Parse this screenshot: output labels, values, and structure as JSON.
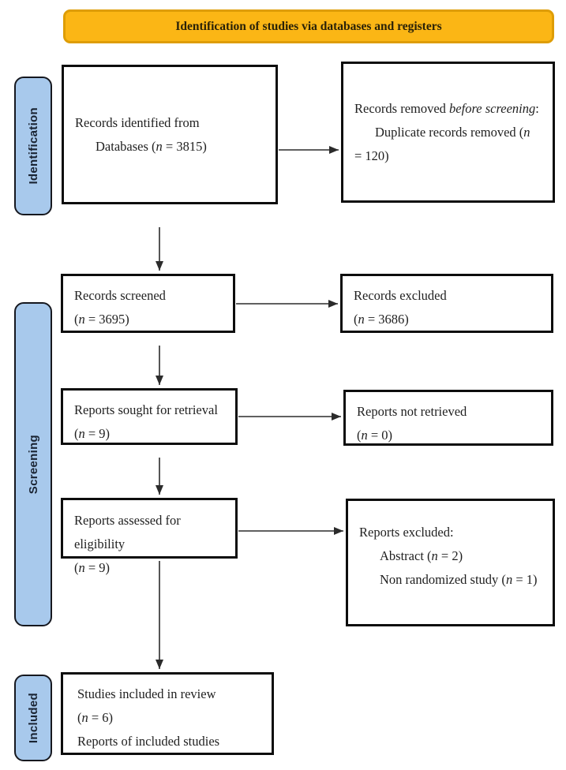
{
  "banner": {
    "label": "Identification of studies via databases and registers"
  },
  "stages": {
    "identification": "Identification",
    "screening": "Screening",
    "included": "Included"
  },
  "boxes": {
    "records_identified": {
      "lines": [
        "Records identified from",
        "Databases (<i>n</i> = 3815)"
      ]
    },
    "records_removed": {
      "lines": [
        "Records removed <i>before screening</i>:",
        "Duplicate records removed (<i>n</i>",
        "= 120)"
      ]
    },
    "records_screened": {
      "lines": [
        "Records screened",
        "(<i>n</i> = 3695)"
      ]
    },
    "records_excluded": {
      "lines": [
        "Records excluded",
        "(<i>n</i> = 3686)"
      ]
    },
    "reports_sought": {
      "lines": [
        "Reports sought for retrieval",
        "(<i>n</i> = 9)"
      ]
    },
    "reports_not_retrieved": {
      "lines": [
        "Reports not retrieved",
        "(<i>n</i> = 0)"
      ]
    },
    "reports_assessed": {
      "lines": [
        "Reports assessed for eligibility",
        "(<i>n</i> = 9)"
      ]
    },
    "reports_excluded": {
      "lines": [
        "Reports excluded:",
        "Abstract (<i>n</i> = 2)",
        "Non randomized study (<i>n</i> = 1)"
      ]
    },
    "studies_included": {
      "lines": [
        "Studies included in review",
        "(<i>n</i> = 6)",
        "Reports of included studies"
      ]
    }
  },
  "colors": {
    "background": "#FFFFFF",
    "banner_bg": "#FBB615",
    "banner_border": "#DE9D06",
    "banner_text": "#2A2208",
    "stage_bg": "#A8C9EC",
    "stage_border": "#16181F",
    "stage_text": "#1A2433",
    "box_border": "#0D0D0D",
    "box_text": "#1F1F1F",
    "arrow": "#2B2B2B"
  }
}
